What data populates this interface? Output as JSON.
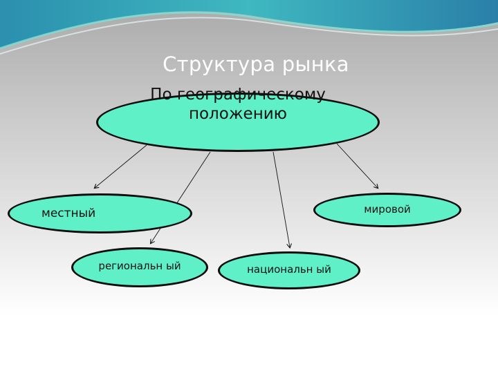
{
  "title": "Структура рынка",
  "root": {
    "label": "По географическому положению"
  },
  "children": [
    {
      "id": "local",
      "label": "местный"
    },
    {
      "id": "regional",
      "label": "регионалѕн ый"
    },
    {
      "id": "national",
      "label": "национальн ый"
    },
    {
      "id": "world",
      "label": "мировой"
    }
  ],
  "colors": {
    "node_fill": "#5ff0c8",
    "node_border": "#0d0d0d",
    "title": "#ffffff",
    "wave": "#2a9fb0"
  }
}
